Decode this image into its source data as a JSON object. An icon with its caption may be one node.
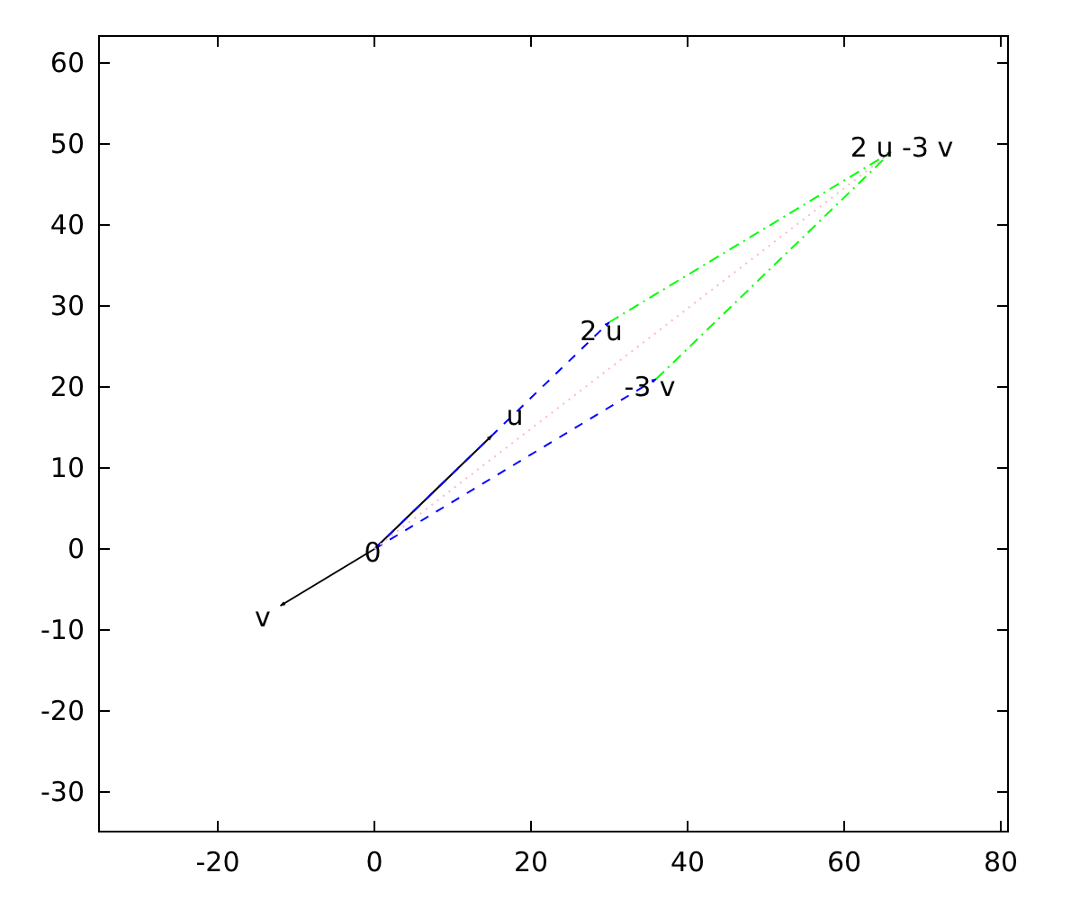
{
  "diagram": {
    "nodes": [
      {
        "text": [
          "2 u -3 v"
        ]
      },
      {
        "text": [
          "2 u"
        ]
      },
      {
        "text": [
          "u"
        ]
      },
      {
        "text": [
          "-3 v"
        ]
      },
      {
        "text": [
          "0"
        ]
      },
      {
        "text": [
          "v"
        ]
      }
    ],
    "edges": [
      {
        "from": 4,
        "to": 2,
        "arrow": "to"
      },
      {
        "from": 4,
        "to": 5,
        "arrow": "to"
      },
      {
        "from": 4,
        "to": 1,
        "arrow": "to",
        "style": "dashed",
        "color": "#0000ff"
      },
      {
        "from": 4,
        "to": 3,
        "arrow": "to",
        "style": "dashed",
        "color": "#0000ff"
      },
      {
        "from": 1,
        "to": 0,
        "arrow": "to",
        "style": "dashed",
        "color": "#00ff00"
      },
      {
        "from": 3,
        "to": 0,
        "arrow": "to",
        "style": "dashed",
        "color": "#00ff00"
      },
      {
        "from": 4,
        "to": 0,
        "arrow": "to",
        "style": "dashed",
        "color": "#ffb6c1"
      }
    ],
    "labels": [
      "60",
      "50",
      "40",
      "30",
      "20",
      "10",
      "0",
      "-10",
      "-20",
      "-30",
      "-20",
      "0",
      "20",
      "40",
      "60",
      "80"
    ]
  }
}
